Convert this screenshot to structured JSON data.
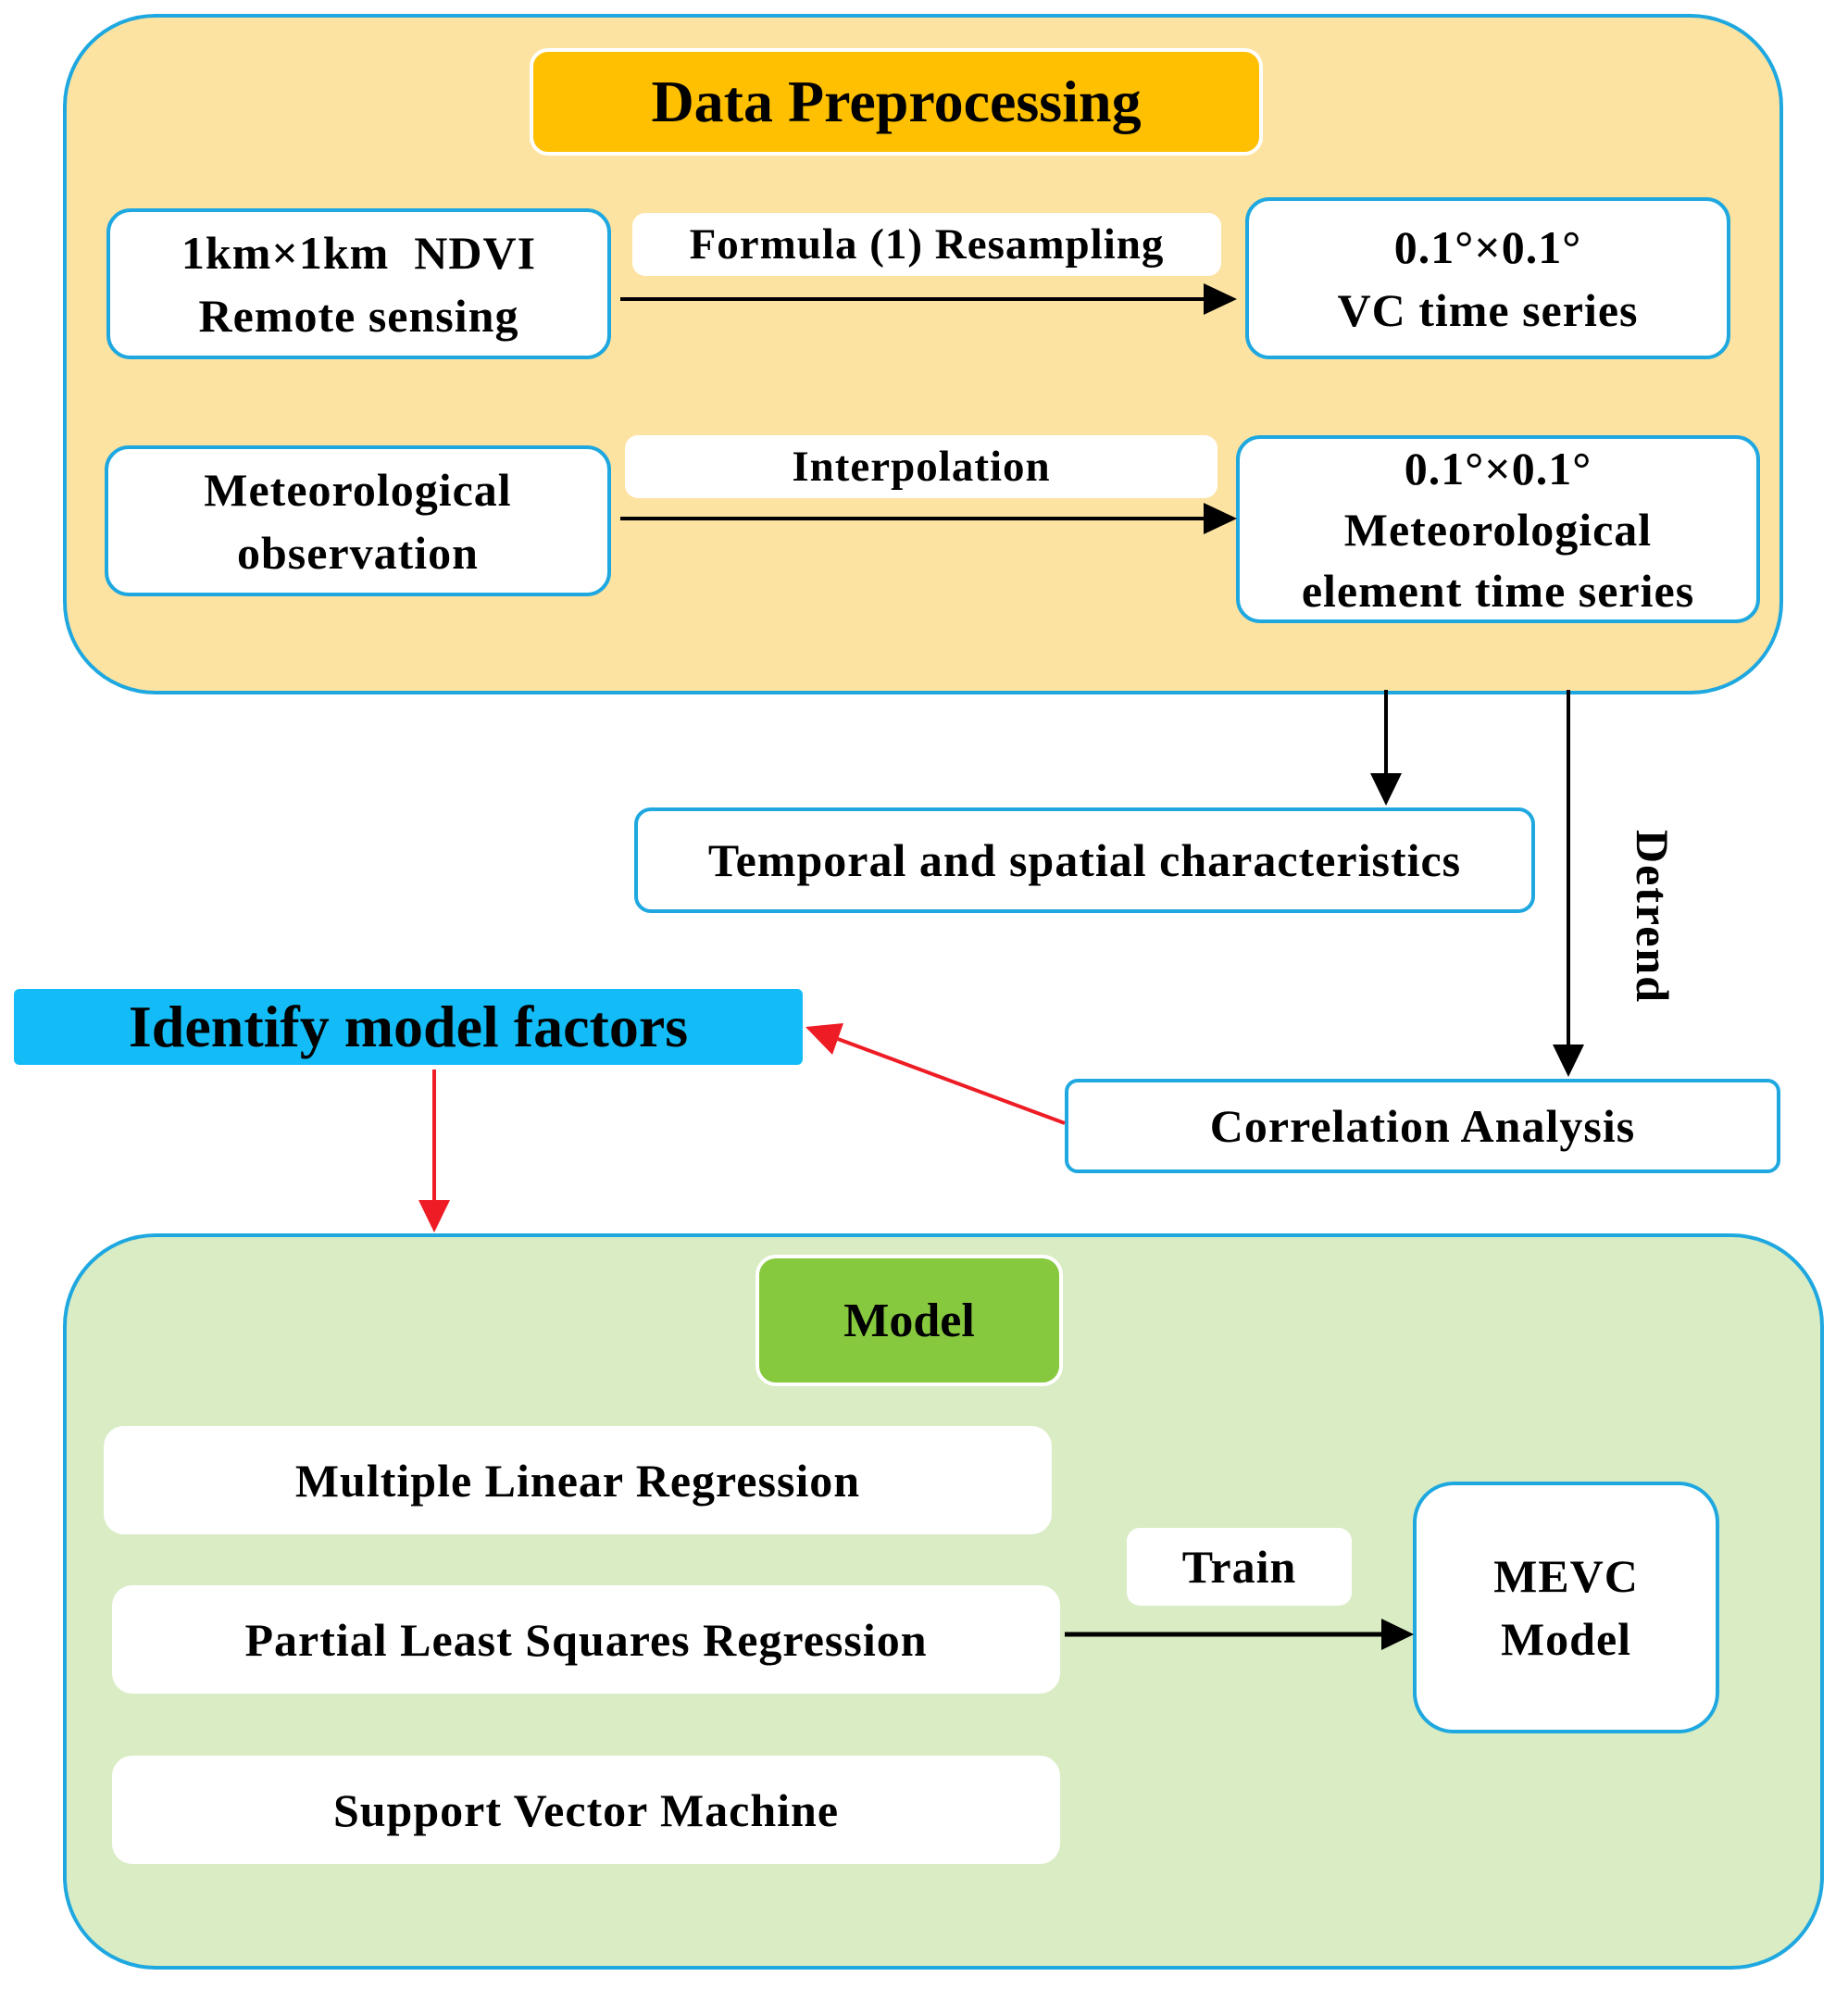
{
  "preprocessing": {
    "title": "Data Preprocessing",
    "ndvi_line1": "1km×1km  NDVI",
    "ndvi_line2": "Remote sensing",
    "resampling_label": "Formula (1)  Resampling",
    "vc_line1": "0.1°×0.1°",
    "vc_line2": "VC time series",
    "meteo_line1": "Meteorological",
    "meteo_line2": "observation",
    "interpolation_label": "Interpolation",
    "meteo_ts_line1": "0.1°×0.1°",
    "meteo_ts_line2": "Meteorological",
    "meteo_ts_line3": "element time series"
  },
  "middle": {
    "temporal_spatial": "Temporal and spatial characteristics",
    "detrend_label": "Detrend",
    "identify_factors": "Identify model factors",
    "correlation": "Correlation Analysis"
  },
  "model": {
    "title": "Model",
    "methods": [
      "Multiple Linear Regression",
      "Partial Least Squares Regression",
      "Support Vector Machine"
    ],
    "train_label": "Train",
    "mevc_line1": "MEVC",
    "mevc_line2": "Model"
  },
  "colors": {
    "preprocessing_panel": "#fde3a2",
    "preprocessing_header": "#fec000",
    "model_panel": "#d9ecc4",
    "model_header": "#86c83e",
    "identify_box": "#13bcf6",
    "border": "#1fa8e0",
    "black_arrow": "#000000",
    "red_arrow": "#ee1c24"
  }
}
